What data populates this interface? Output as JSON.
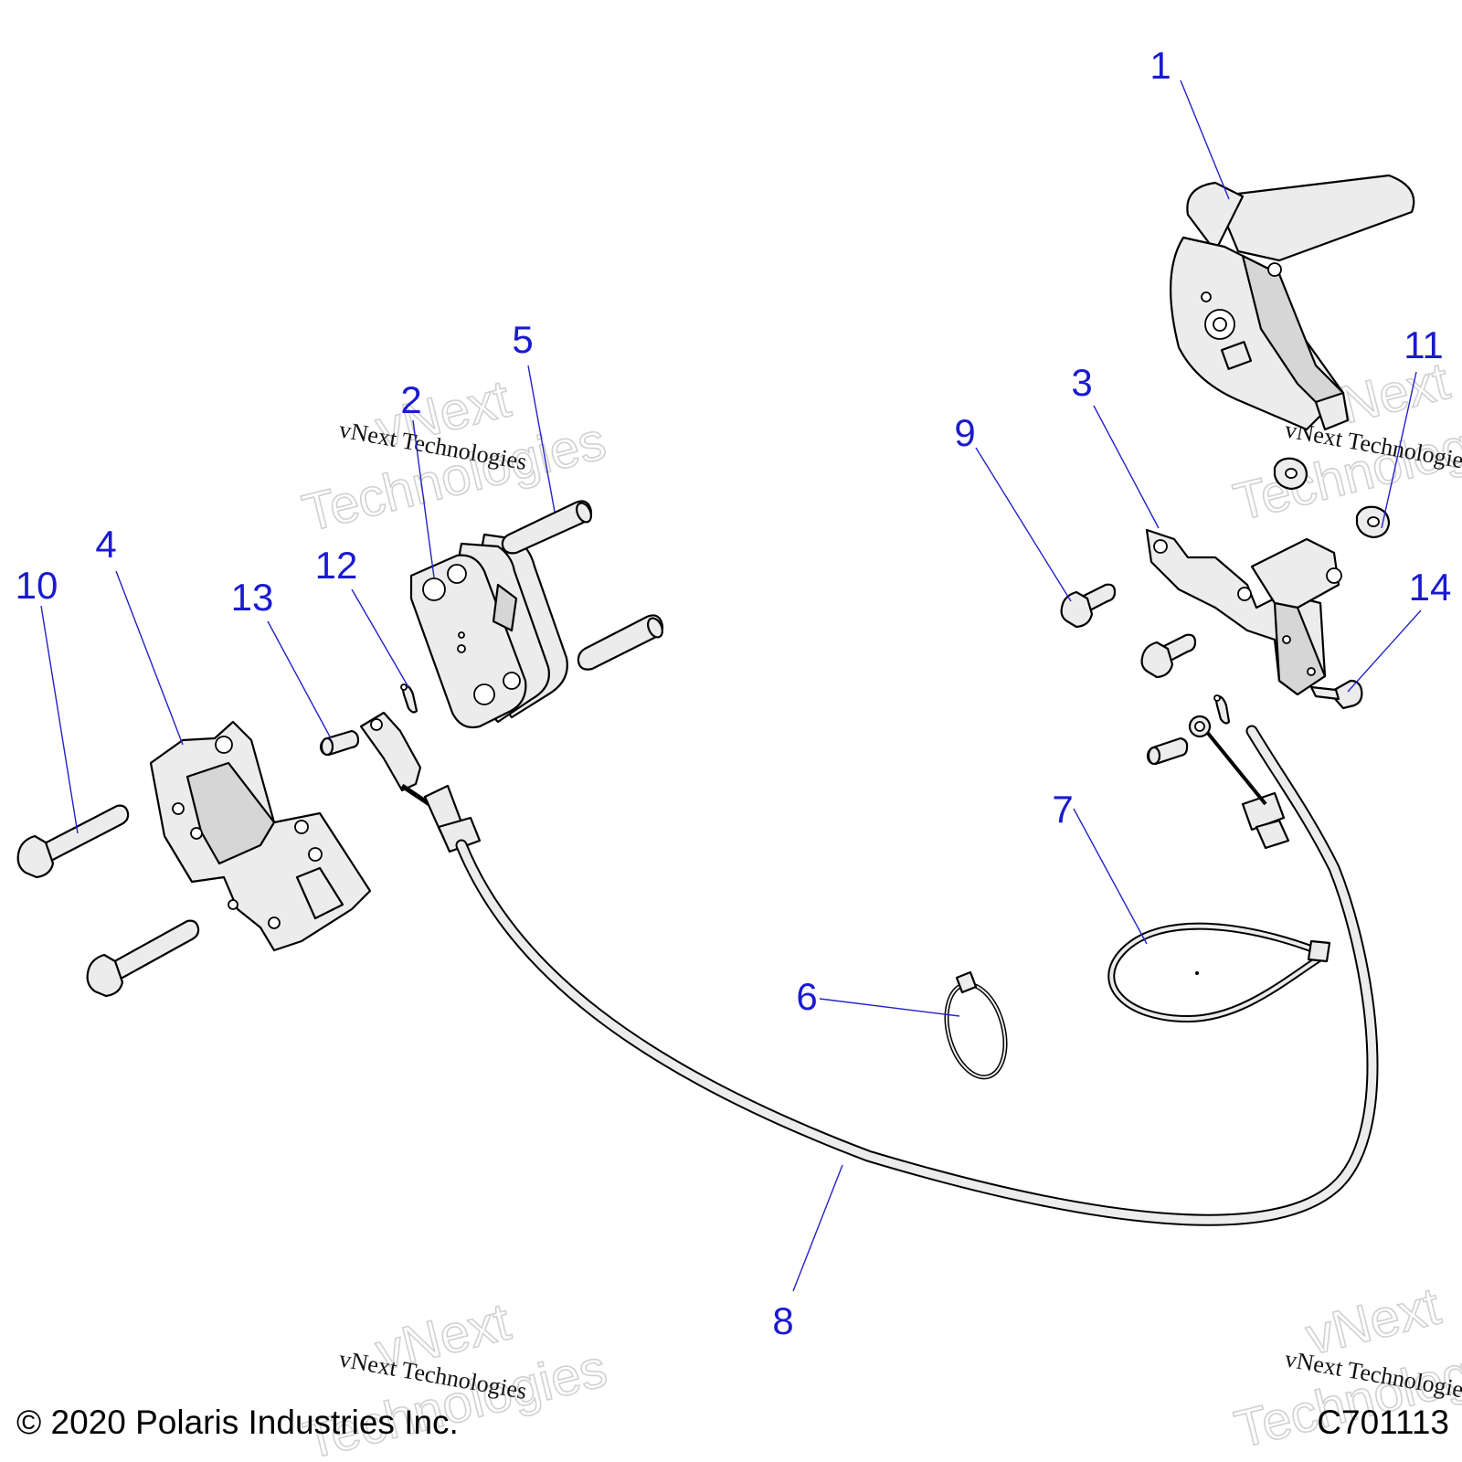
{
  "callouts": [
    "1",
    "2",
    "3",
    "4",
    "5",
    "6",
    "7",
    "8",
    "9",
    "10",
    "11",
    "12",
    "13",
    "14"
  ],
  "watermark": {
    "large_line1": "vNext",
    "large_line2": "Technologies",
    "small": "vNext Technologies"
  },
  "footer": {
    "copyright": "© 2020 Polaris Industries Inc.",
    "figure_id": "C701113"
  },
  "colors": {
    "callout": "#1a1ad0",
    "leader": "#2323c8",
    "line_art": "#000000",
    "watermark": "#c9c9c9"
  }
}
